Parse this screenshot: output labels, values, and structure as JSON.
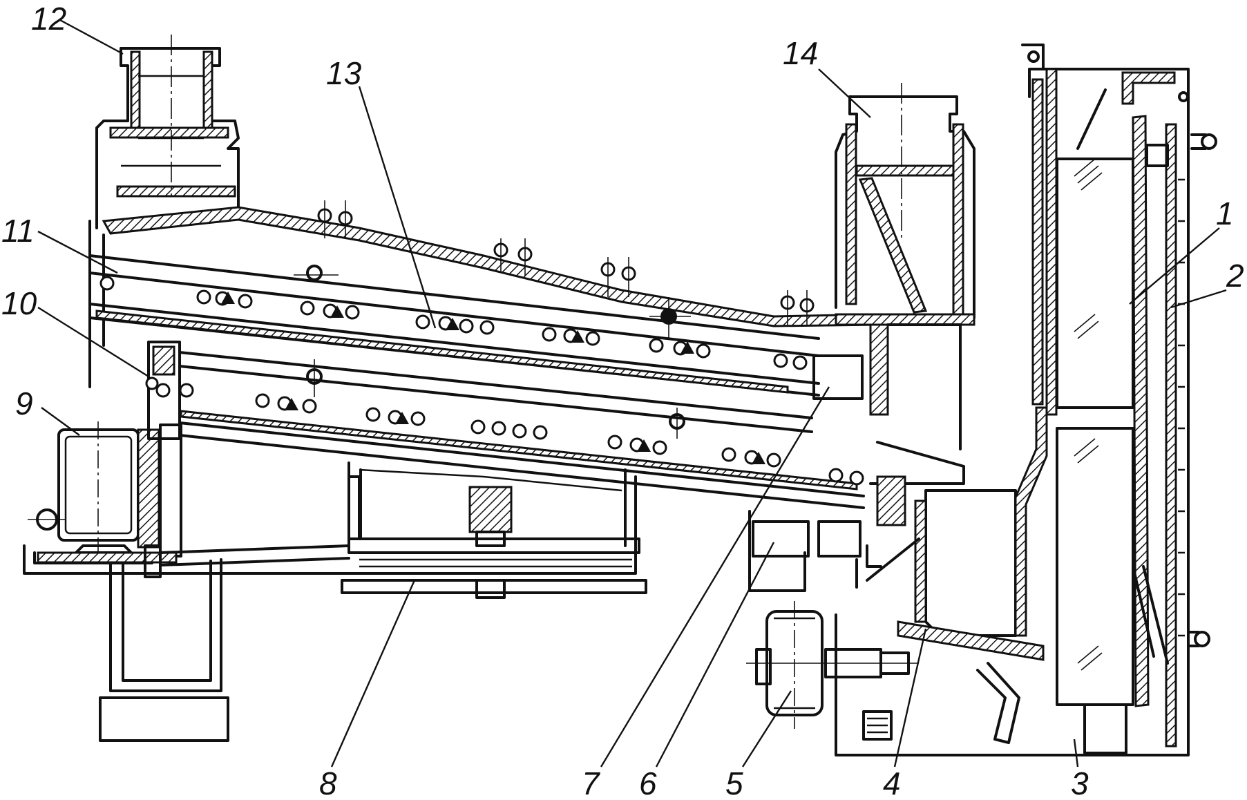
{
  "diagram": {
    "callouts": [
      "1",
      "2",
      "3",
      "4",
      "5",
      "6",
      "7",
      "8",
      "9",
      "10",
      "11",
      "12",
      "13",
      "14"
    ]
  },
  "colors": {
    "ink": "#111111",
    "paper": "#ffffff"
  }
}
